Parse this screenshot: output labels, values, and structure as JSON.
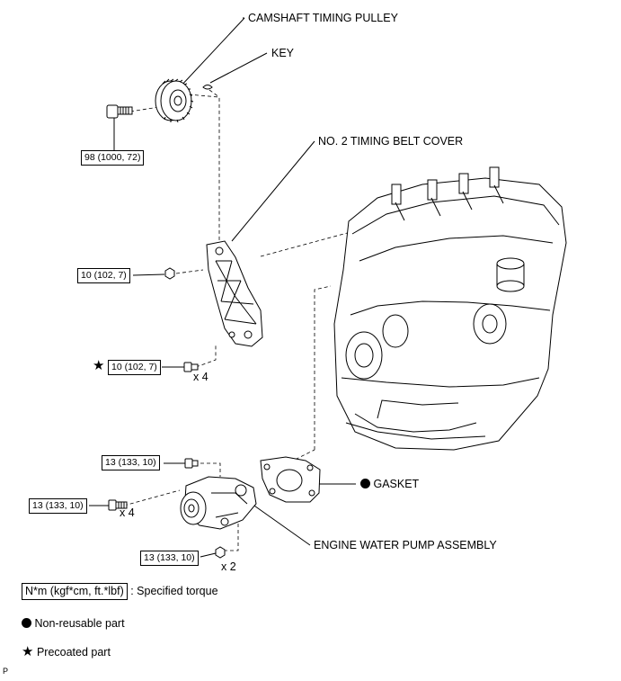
{
  "parts": {
    "camshaft_pulley": "CAMSHAFT TIMING PULLEY",
    "key": "KEY",
    "timing_belt_cover": "NO. 2 TIMING BELT COVER",
    "gasket": "GASKET",
    "water_pump": "ENGINE WATER PUMP ASSEMBLY"
  },
  "torques": {
    "pulley_bolt": "98 (1000, 72)",
    "cover_nut": "10 (102, 7)",
    "cover_bolts": "10 (102, 7)",
    "pump_bolt_upper": "13 (133, 10)",
    "pump_bolts": "13 (133, 10)",
    "pump_nuts": "13 (133, 10)"
  },
  "quantities": {
    "cover_bolts": "x 4",
    "pump_bolts": "x 4",
    "pump_nuts": "x 2"
  },
  "legend": {
    "torque_box": "N*m (kgf*cm, ft.*lbf)",
    "torque_text": ": Specified torque",
    "nonreusable": "Non-reusable part",
    "precoated": "Precoated part"
  },
  "figure_code": "P"
}
